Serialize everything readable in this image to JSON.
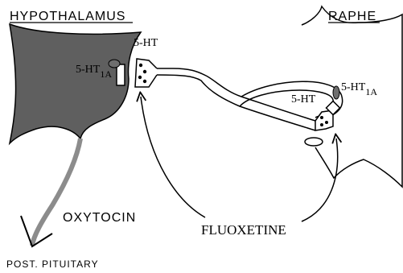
{
  "labels": {
    "hypothalamus": "HYPOTHALAMUS",
    "raphe": "RAPHE",
    "oxytocin": "OXYTOCIN",
    "fluoxetine": "FLUOXETINE",
    "post_pituitary": "POST. PITUITARY",
    "ht_top": "5-HT",
    "receptor_left_main": "5-HT",
    "receptor_left_sub": "1A",
    "ht_raphe": "5-HT",
    "receptor_right_main": "5-HT",
    "receptor_right_sub": "1A"
  },
  "colors": {
    "hypothalamus_fill": "#5f5f5f",
    "oxytocin_axon": "#8c8c8c",
    "receptor_fill": "#6e6e6e",
    "line": "#000000"
  }
}
